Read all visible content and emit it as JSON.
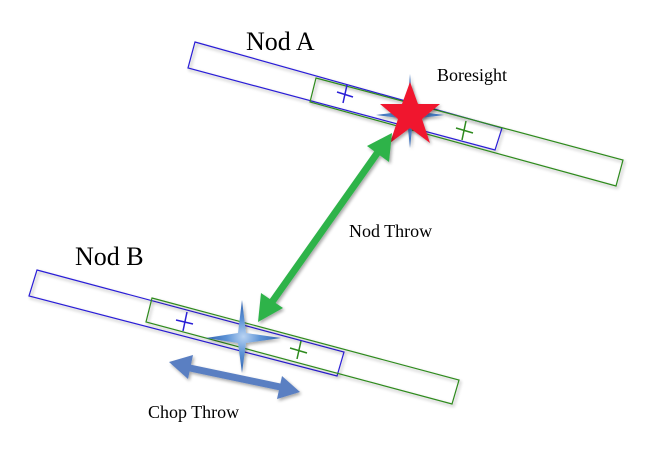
{
  "diagram": {
    "labels": {
      "nod_a": "Nod A",
      "nod_b": "Nod B",
      "boresight": "Boresight",
      "nod_throw": "Nod Throw",
      "chop_throw": "Chop Throw"
    },
    "colors": {
      "chop_beam_1": "#2a1fd6",
      "chop_beam_2": "#2e8a1e",
      "boresight_star": "#f0142d",
      "nod_throw_arrow": "#2db34a",
      "chop_throw_arrow": "#5a7fc2",
      "sparkle": "#3f78c8"
    },
    "nods": [
      {
        "name": "Nod A",
        "beams": [
          "blue",
          "green"
        ],
        "boresight_marker": "red-star"
      },
      {
        "name": "Nod B",
        "beams": [
          "blue",
          "green"
        ],
        "boresight_marker": "blue-sparkle"
      }
    ]
  }
}
